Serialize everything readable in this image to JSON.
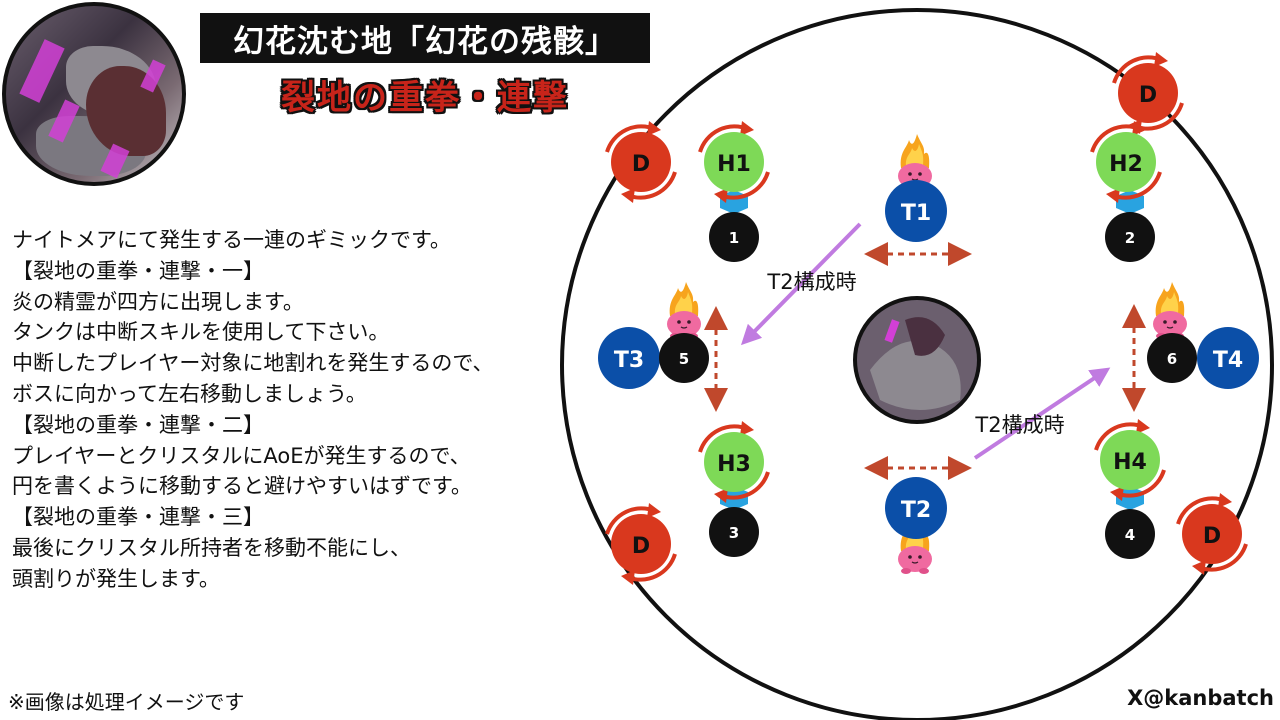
{
  "header": {
    "title": "幻花沈む地「幻花の残骸」",
    "subtitle": "裂地の重拳・連撃"
  },
  "description": {
    "lines": [
      "ナイトメアにて発生する一連のギミックです。",
      "【裂地の重拳・連撃・一】",
      "炎の精霊が四方に出現します。",
      "タンクは中断スキルを使用して下さい。",
      "中断したプレイヤー対象に地割れを発生するので、",
      "ボスに向かって左右移動しましょう。",
      "【裂地の重拳・連撃・二】",
      "プレイヤーとクリスタルにAoEが発生するので、",
      "円を書くように移動すると避けやすいはずです。",
      "【裂地の重拳・連撃・三】",
      "最後にクリスタル所持者を移動不能にし、",
      "頭割りが発生します。"
    ]
  },
  "footer": {
    "note": "※画像は処理イメージです",
    "credit": "X@kanbatch"
  },
  "diagram": {
    "colors": {
      "tank": "#0b4fa8",
      "healer": "#7ed957",
      "dps": "#d9381e",
      "marker": "#111111",
      "crystal": "#29a3e0",
      "rotation_arrow": "#d9381e",
      "dashed_arrow": "#c0482c",
      "tank_path": "#c07be0"
    },
    "tanks": {
      "t1": "T1",
      "t2": "T2",
      "t3": "T3",
      "t4": "T4"
    },
    "healers": {
      "h1": "H1",
      "h2": "H2",
      "h3": "H3",
      "h4": "H4"
    },
    "dps": {
      "label": "D"
    },
    "markers": {
      "m1": "1",
      "m2": "2",
      "m3": "3",
      "m4": "4",
      "m5": "5",
      "m6": "6"
    },
    "annotations": {
      "t2_formation_top": "T2構成時",
      "t2_formation_bottom": "T2構成時"
    },
    "icons": {
      "boss": "boss-portrait-icon",
      "fire_spirit": "fire-spirit-icon",
      "rotation": "circular-arrow-icon"
    }
  }
}
